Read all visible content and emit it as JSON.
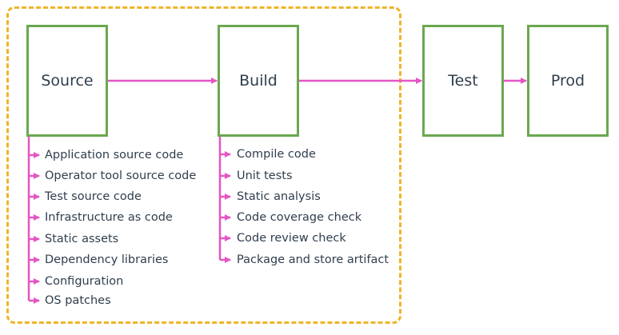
{
  "stages": {
    "source": "Source",
    "build": "Build",
    "test": "Test",
    "prod": "Prod"
  },
  "source_items": [
    "Application source code",
    "Operator tool source code",
    "Test source code",
    "Infrastructure as code",
    "Static assets",
    "Dependency libraries",
    "Configuration",
    "OS patches"
  ],
  "build_items": [
    "Compile code",
    "Unit tests",
    "Static analysis",
    "Code coverage check",
    "Code review check",
    "Package and store artifact"
  ],
  "colors": {
    "arrow": "#e455c4",
    "box_border": "#6aa84f",
    "dashed_border": "#f0b429",
    "text": "#2f3e4d"
  }
}
